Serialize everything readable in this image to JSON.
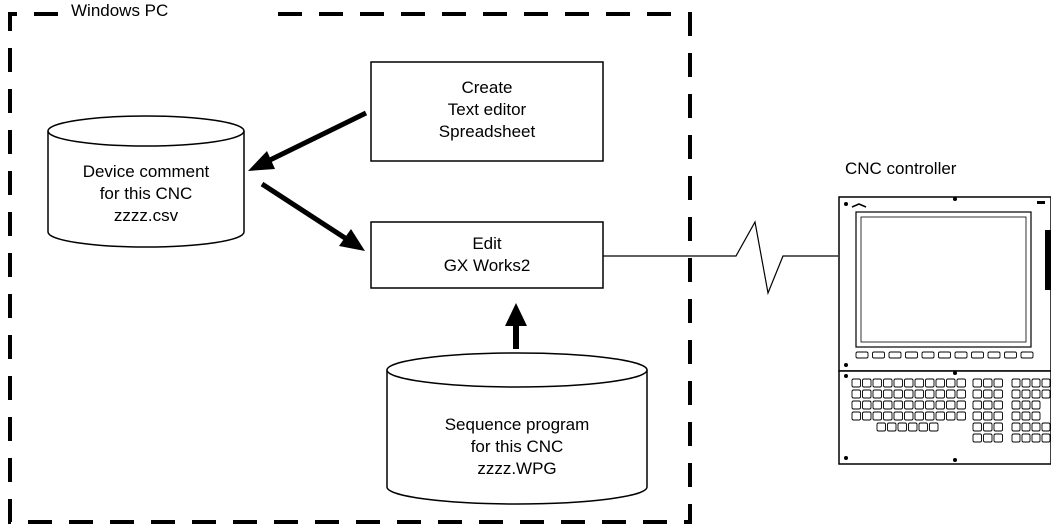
{
  "pc": {
    "title": "Windows PC"
  },
  "device_comment": {
    "lines": [
      "Device comment",
      "for this CNC",
      "zzzz.csv"
    ]
  },
  "create_box": {
    "lines": [
      "Create",
      "Text editor",
      "Spreadsheet"
    ]
  },
  "edit_box": {
    "lines": [
      "Edit",
      "GX Works2"
    ]
  },
  "sequence_program": {
    "lines": [
      "Sequence program",
      "for this CNC",
      "zzzz.WPG"
    ]
  },
  "cnc": {
    "title": "CNC controller"
  }
}
